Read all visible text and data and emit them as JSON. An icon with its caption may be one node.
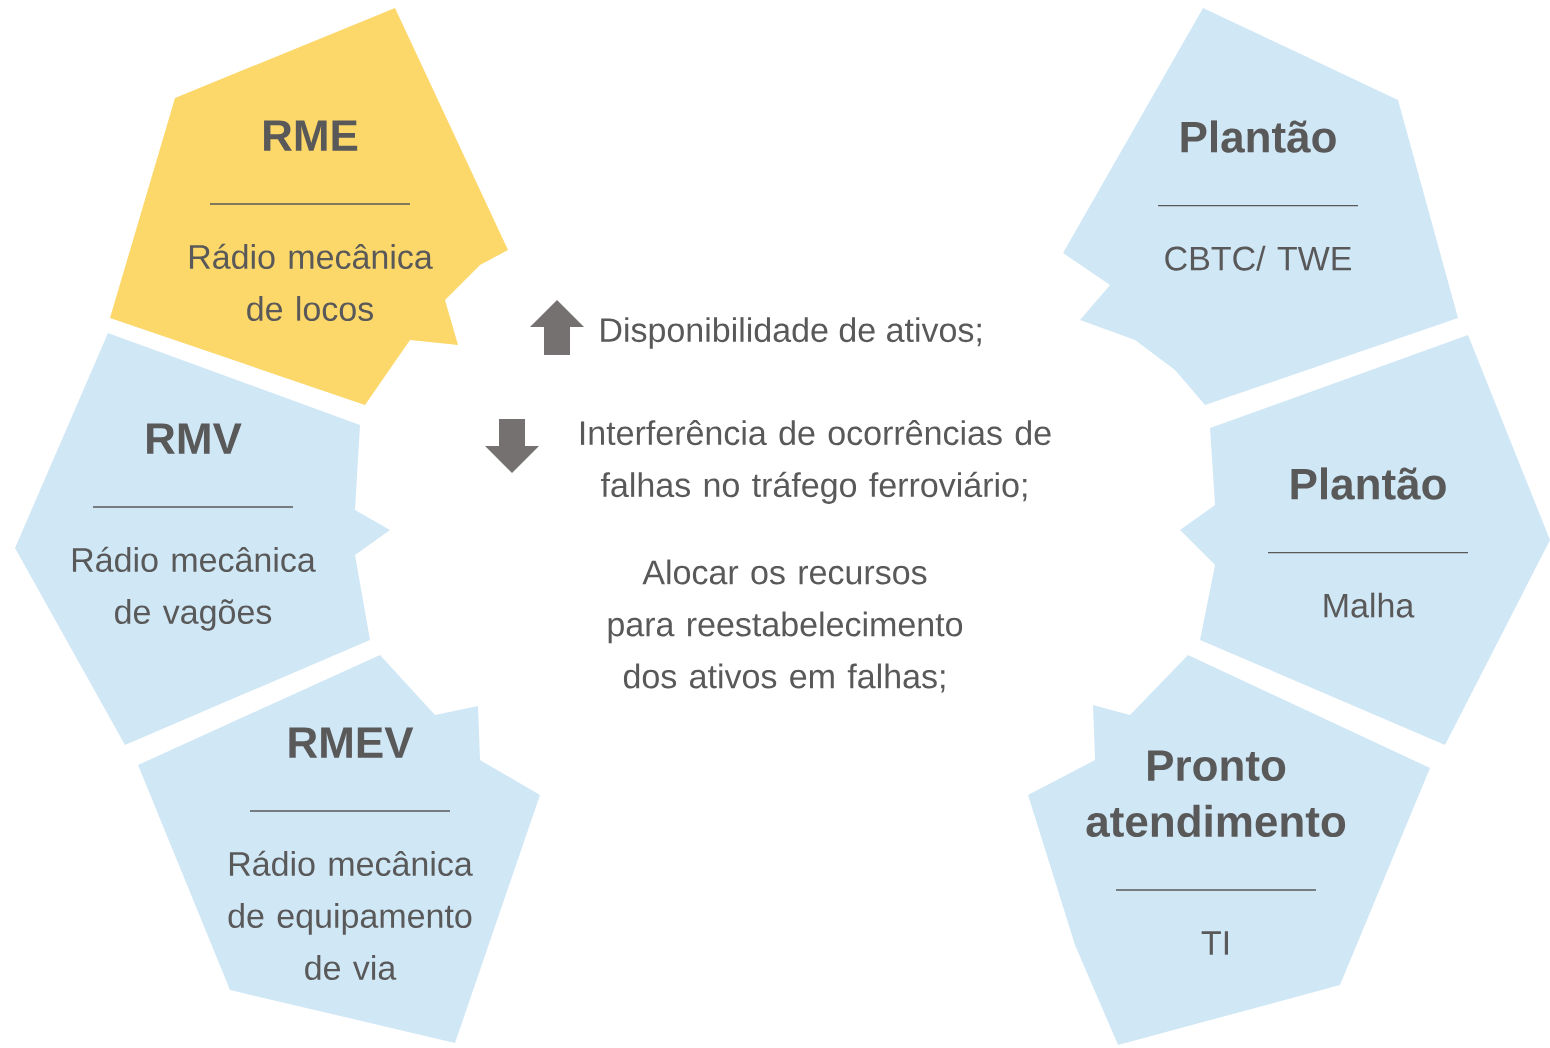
{
  "diagram": {
    "nodes": [
      {
        "text": [
          "RME",
          "Rádio mecânica de locos"
        ]
      },
      {
        "text": [
          "RMV",
          "Rádio mecânica de vagões"
        ]
      },
      {
        "text": [
          "RMEV",
          "Rádio mecânica de equipamento de via"
        ]
      },
      {
        "text": [
          "Plantão",
          "CBTC/ TWE"
        ]
      },
      {
        "text": [
          "Plantão",
          "Malha"
        ]
      },
      {
        "text": [
          "Pronto atendimento",
          "TI"
        ]
      }
    ],
    "labels": [
      "Disponibilidade de ativos;",
      "Interferência de ocorrências de falhas no tráfego ferroviário;",
      "Alocar os recursos para reestabelecimento dos ativos em falhas;"
    ]
  }
}
